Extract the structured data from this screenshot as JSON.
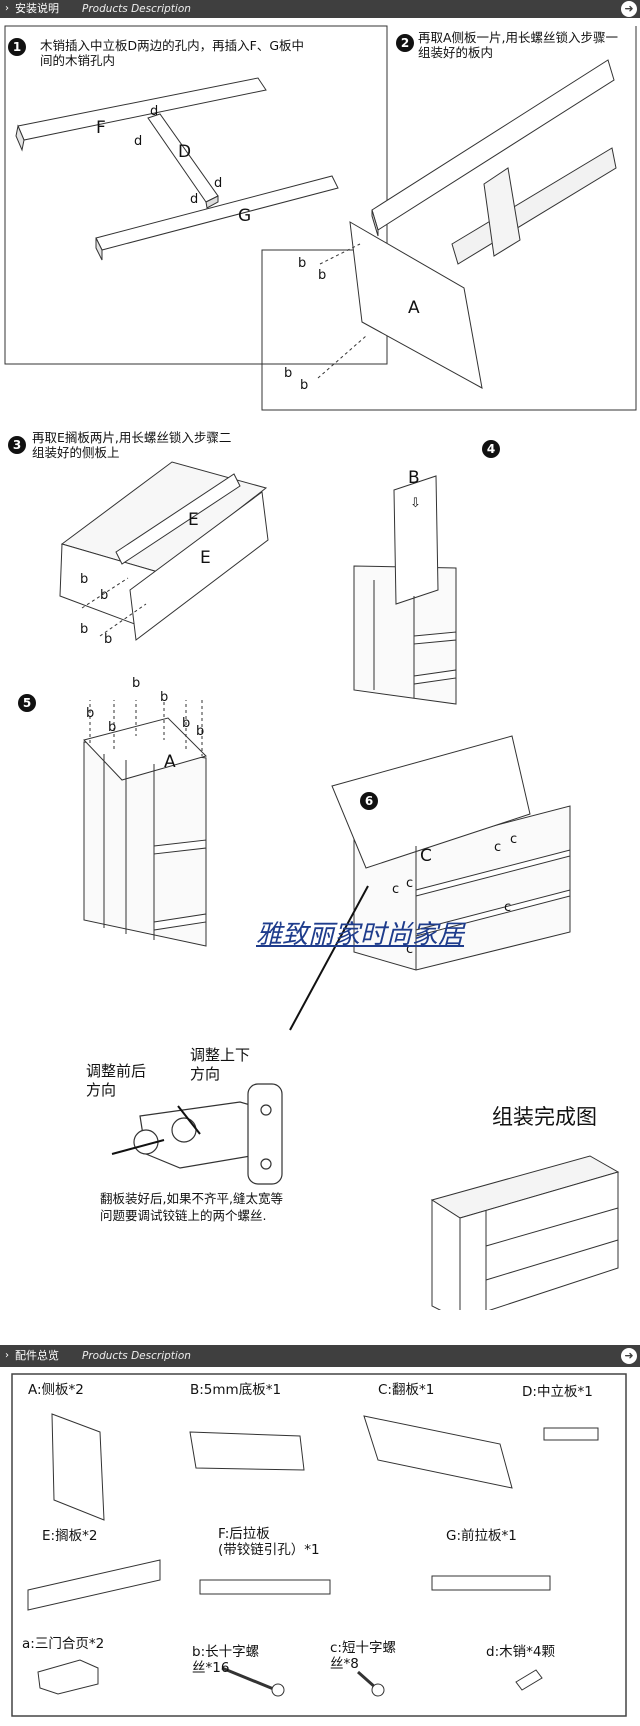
{
  "section1": {
    "title_cn": "安装说明",
    "title_en": "Products Description",
    "arrow_icon": "circle-arrow-right-icon"
  },
  "steps": [
    {
      "num": "1",
      "text": "木销插入中立板D两边的孔内，再插入F、G板中间的木销孔内"
    },
    {
      "num": "2",
      "text": "再取A侧板一片,用长螺丝锁入步骤一组装好的板内"
    },
    {
      "num": "3",
      "text": "再取E搁板两片,用长螺丝锁入步骤二组装好的侧板上"
    },
    {
      "num": "4",
      "text": ""
    },
    {
      "num": "5",
      "text": ""
    },
    {
      "num": "6",
      "text": ""
    }
  ],
  "labels": {
    "F": "F",
    "D": "D",
    "G": "G",
    "A": "A",
    "B": "B",
    "C": "C",
    "E": "E",
    "d": "d",
    "b": "b",
    "c": "c"
  },
  "hinge": {
    "front_back": "调整前后方向",
    "up_down": "调整上下方向",
    "note": "翻板装好后,如果不齐平,缝太宽等问题要调试铰链上的两个螺丝."
  },
  "watermark": "雅致丽家时尚家居",
  "finished": "组装完成图",
  "section2": {
    "title_cn": "配件总览",
    "title_en": "Products Description",
    "arrow_icon": "circle-arrow-right-icon"
  },
  "parts": [
    {
      "label": "A:侧板*2"
    },
    {
      "label": "B:5mm底板*1"
    },
    {
      "label": "C:翻板*1"
    },
    {
      "label": "D:中立板*1"
    },
    {
      "label": "E:搁板*2"
    },
    {
      "label": "F:后拉板\n(带铰链引孔）*1"
    },
    {
      "label": "G:前拉板*1"
    },
    {
      "label": "a:三门合页*2"
    },
    {
      "label": "b:长十字螺\n丝*16"
    },
    {
      "label": "c:短十字螺\n丝*8"
    },
    {
      "label": "d:木销*4颗"
    }
  ]
}
